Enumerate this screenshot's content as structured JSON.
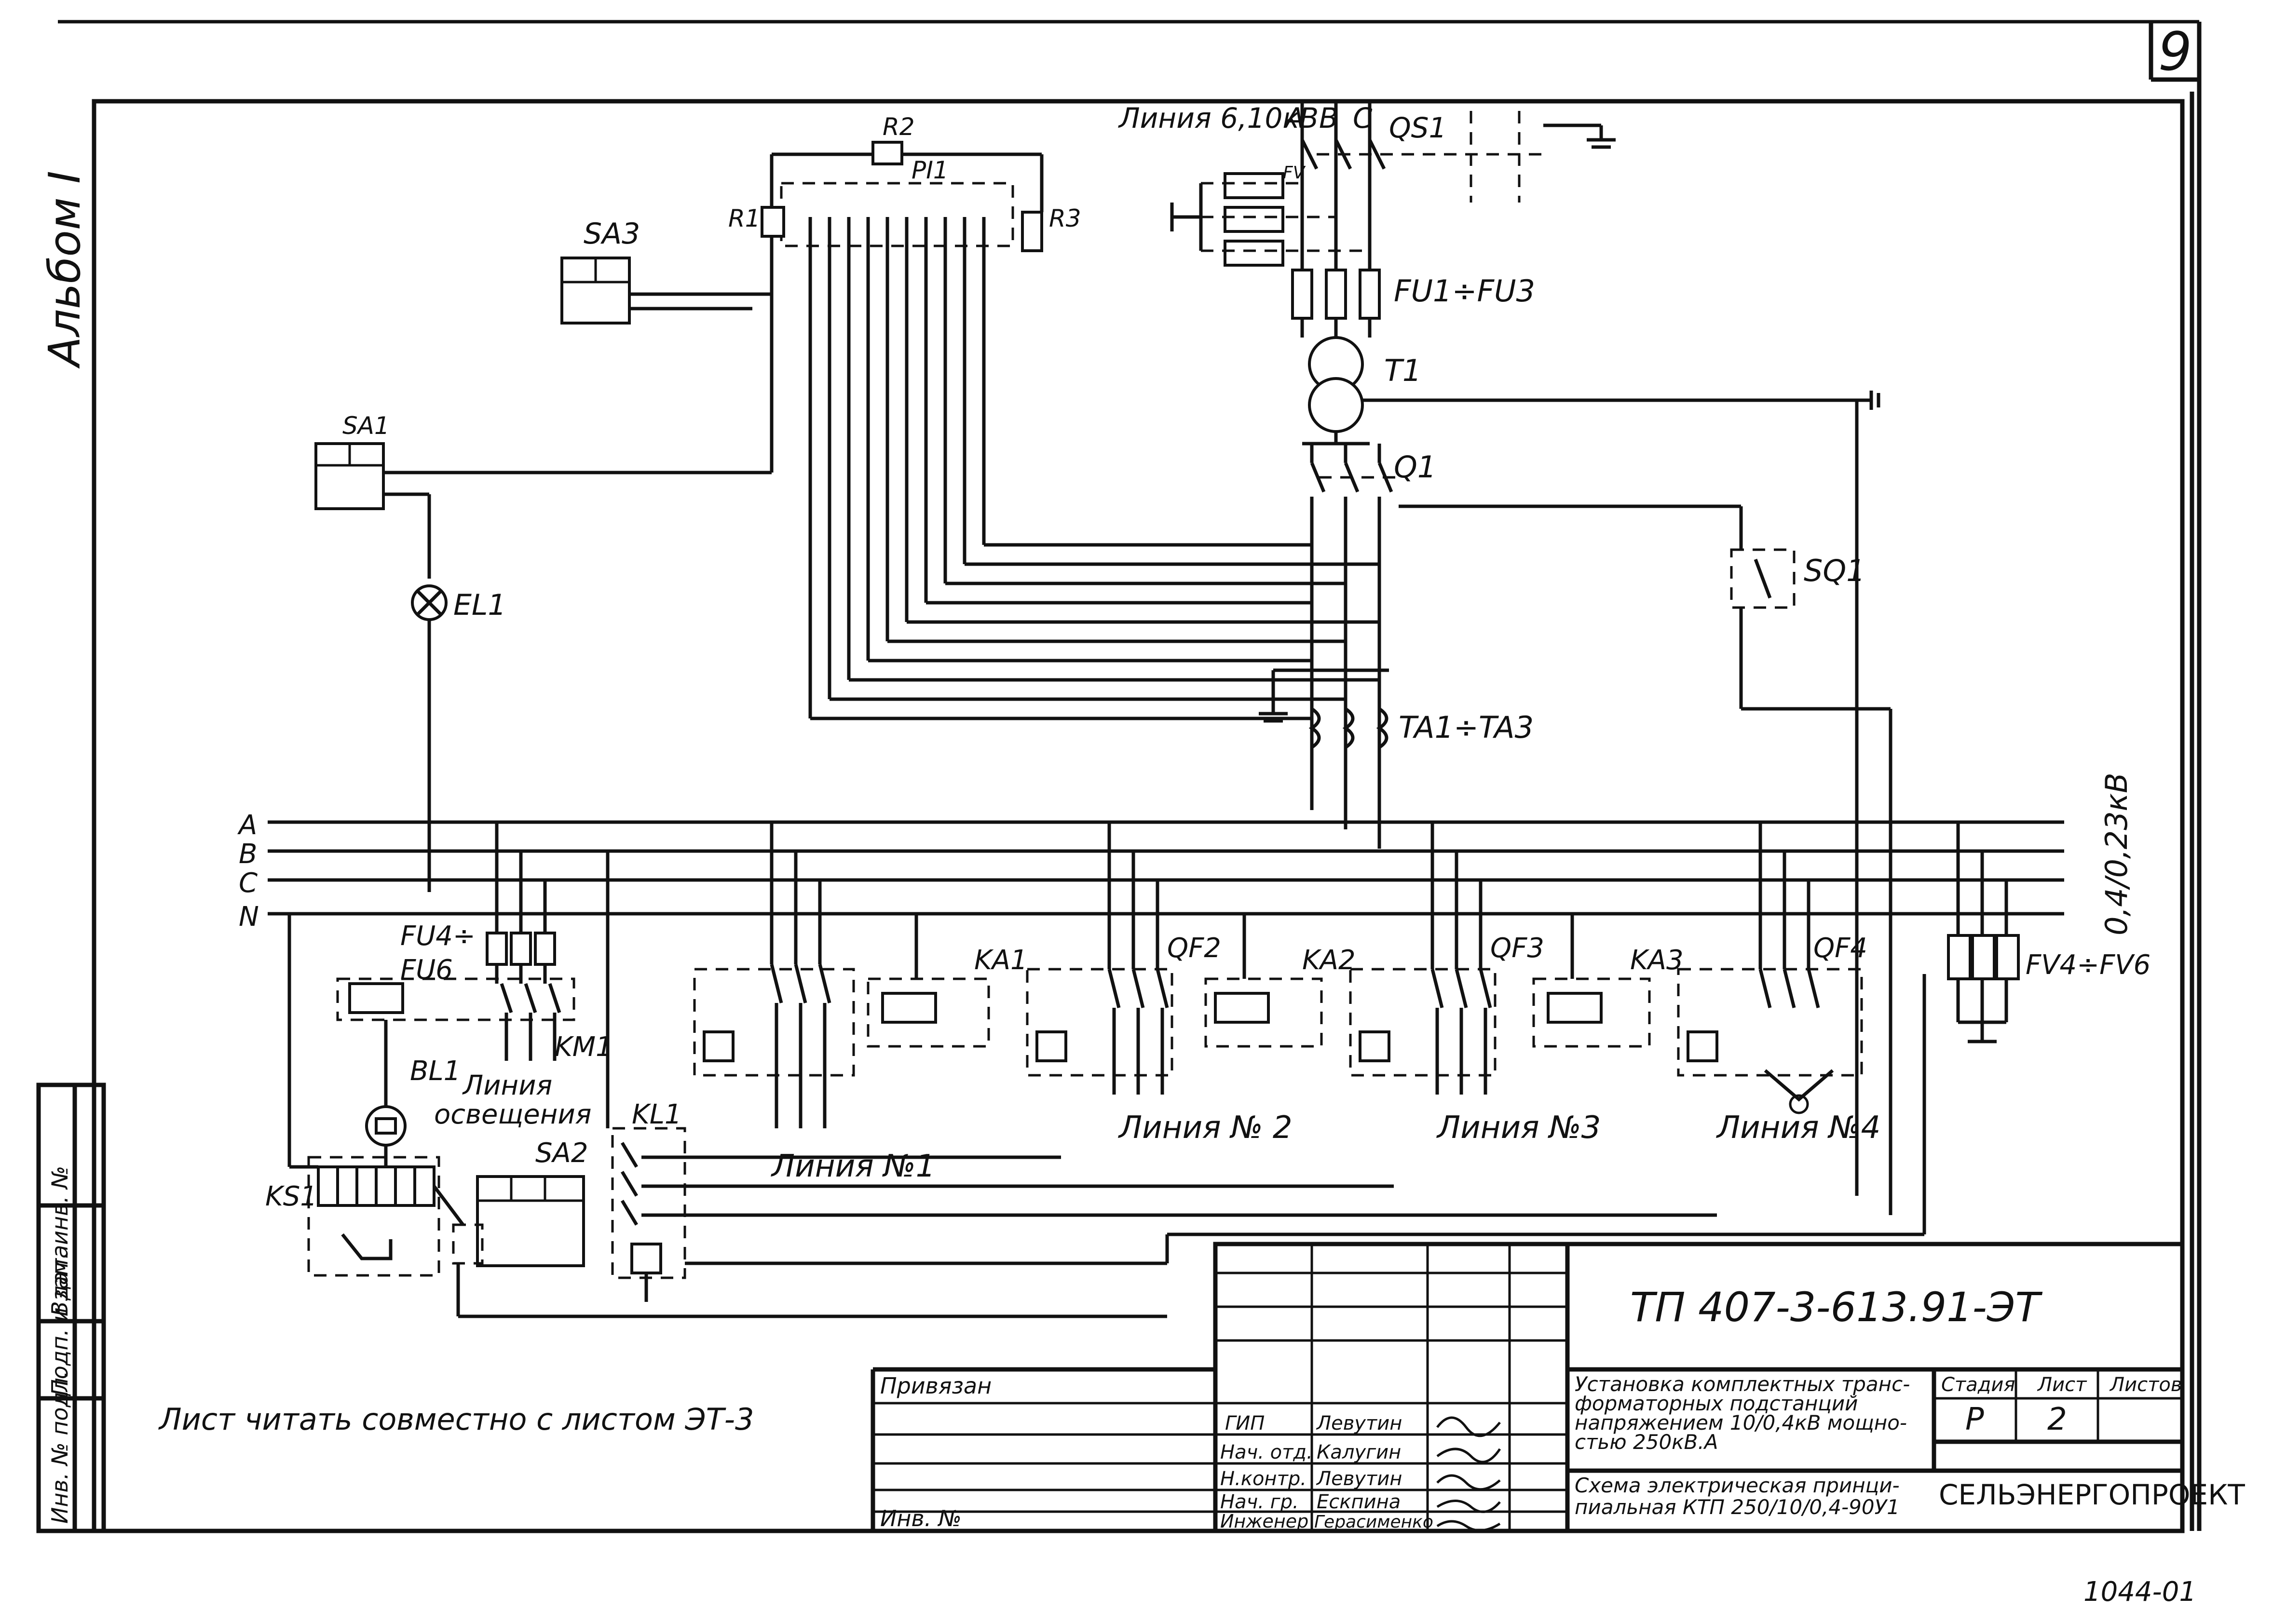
{
  "sheet": {
    "page_number": "9",
    "album": "Альбом I",
    "stamp_code": "1044-01",
    "note": "Лист читать совместно с листом ЭТ-3",
    "left_strip": [
      "Инв. № подл.",
      "Подп. и дата",
      "Взам. инв. №"
    ]
  },
  "schematic": {
    "hv_line_label": "Линия 6,10кВ",
    "phase_a": "A",
    "phase_b": "B",
    "phase_c": "C",
    "qs1": "QS1",
    "fv_upper": "FV",
    "fu_hv": "FU1÷FU3",
    "transformer": "T1",
    "breaker_main": "Q1",
    "sq1": "SQ1",
    "ct": "TA1÷TA3",
    "r2": "R2",
    "r3": "R3",
    "r1": "R1",
    "pi1": "PI1",
    "sa3": "SA3",
    "sa1": "SA1",
    "el1": "EL1",
    "bus_a": "A",
    "bus_b": "B",
    "bus_c": "C",
    "bus_n": "N",
    "lv_voltage": "0,4/0,23кВ",
    "fu4": "FU4÷",
    "fu6": "FU6",
    "km1": "KM1",
    "lighting_line_1": "Линия",
    "lighting_line_2": "освещения",
    "bl1": "BL1",
    "ks1": "KS1",
    "sa2": "SA2",
    "kl1": "KL1",
    "ka1": "KA1",
    "ka2": "KA2",
    "ka3": "KA3",
    "qf2": "QF2",
    "qf3": "QF3",
    "qf4": "QF4",
    "fv_lv": "FV4÷FV6",
    "line1": "Линия №1",
    "line2": "Линия № 2",
    "line3": "Линия №3",
    "line4": "Линия №4"
  },
  "title_block": {
    "doc_code": "ТП 407-3-613.91-ЭТ",
    "privyazan": "Привязан",
    "inv_no": "Инв. №",
    "roles": [
      {
        "role": "ГИП",
        "name": "Левутин"
      },
      {
        "role": "Нач. отд.",
        "name": "Калугин"
      },
      {
        "role": "Н.контр.",
        "name": "Левутин"
      },
      {
        "role": "Нач. гр.",
        "name": "Ескпина"
      },
      {
        "role": "Инженер",
        "name": "Герасименко"
      }
    ],
    "project_title": [
      "Установка комплектных транс-",
      "форматорных подстанций",
      "напряжением 10/0,4кВ мощно-",
      "стью 250кВ.А"
    ],
    "sheet_title": [
      "Схема электрическая принци-",
      "пиальная КТП 250/10/0,4-90У1"
    ],
    "stage_header": "Стадия",
    "sheet_header": "Лист",
    "sheets_header": "Листов",
    "stage": "Р",
    "sheet_no": "2",
    "sheets_total": "",
    "org": "СЕЛЬЭНЕРГОПРОЕКТ"
  }
}
